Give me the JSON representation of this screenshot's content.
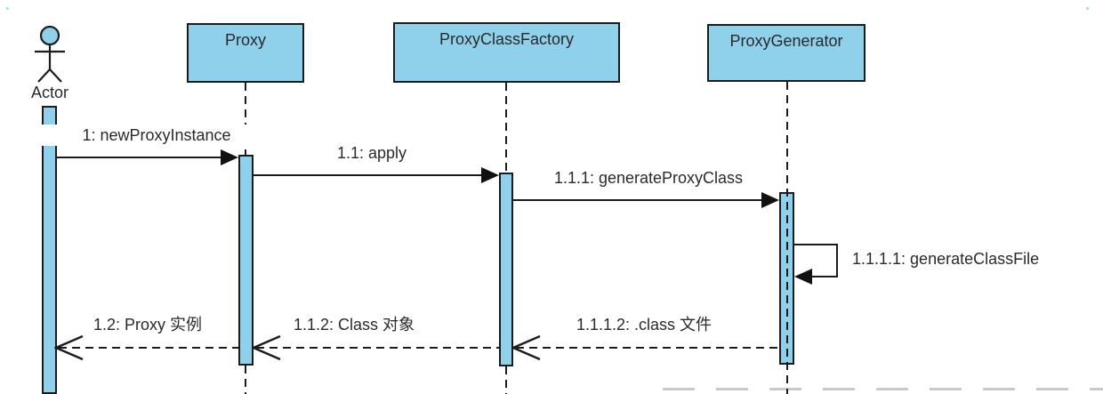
{
  "diagram": {
    "type": "uml-sequence-diagram"
  },
  "participants": [
    {
      "name": "Actor",
      "kind": "actor"
    },
    {
      "name": "Proxy",
      "kind": "object"
    },
    {
      "name": "ProxyClassFactory",
      "kind": "object"
    },
    {
      "name": "ProxyGenerator",
      "kind": "object"
    }
  ],
  "messages": [
    {
      "label": "1: newProxyInstance",
      "from": "Actor",
      "to": "Proxy",
      "kind": "call"
    },
    {
      "label": "1.1: apply",
      "from": "Proxy",
      "to": "ProxyClassFactory",
      "kind": "call"
    },
    {
      "label": "1.1.1: generateProxyClass",
      "from": "ProxyClassFactory",
      "to": "ProxyGenerator",
      "kind": "call"
    },
    {
      "label": "1.1.1.1: generateClassFile",
      "from": "ProxyGenerator",
      "to": "ProxyGenerator",
      "kind": "self-call"
    },
    {
      "label": "1.1.1.2: .class 文件",
      "from": "ProxyGenerator",
      "to": "ProxyClassFactory",
      "kind": "return"
    },
    {
      "label": "1.1.2: Class 对象",
      "from": "ProxyClassFactory",
      "to": "Proxy",
      "kind": "return"
    },
    {
      "label": "1.2: Proxy 实例",
      "from": "Proxy",
      "to": "Actor",
      "kind": "return"
    }
  ],
  "colors": {
    "participant_fill": "#8FD0EA",
    "stroke": "#1C1C1C",
    "text": "#2A2A2A"
  }
}
